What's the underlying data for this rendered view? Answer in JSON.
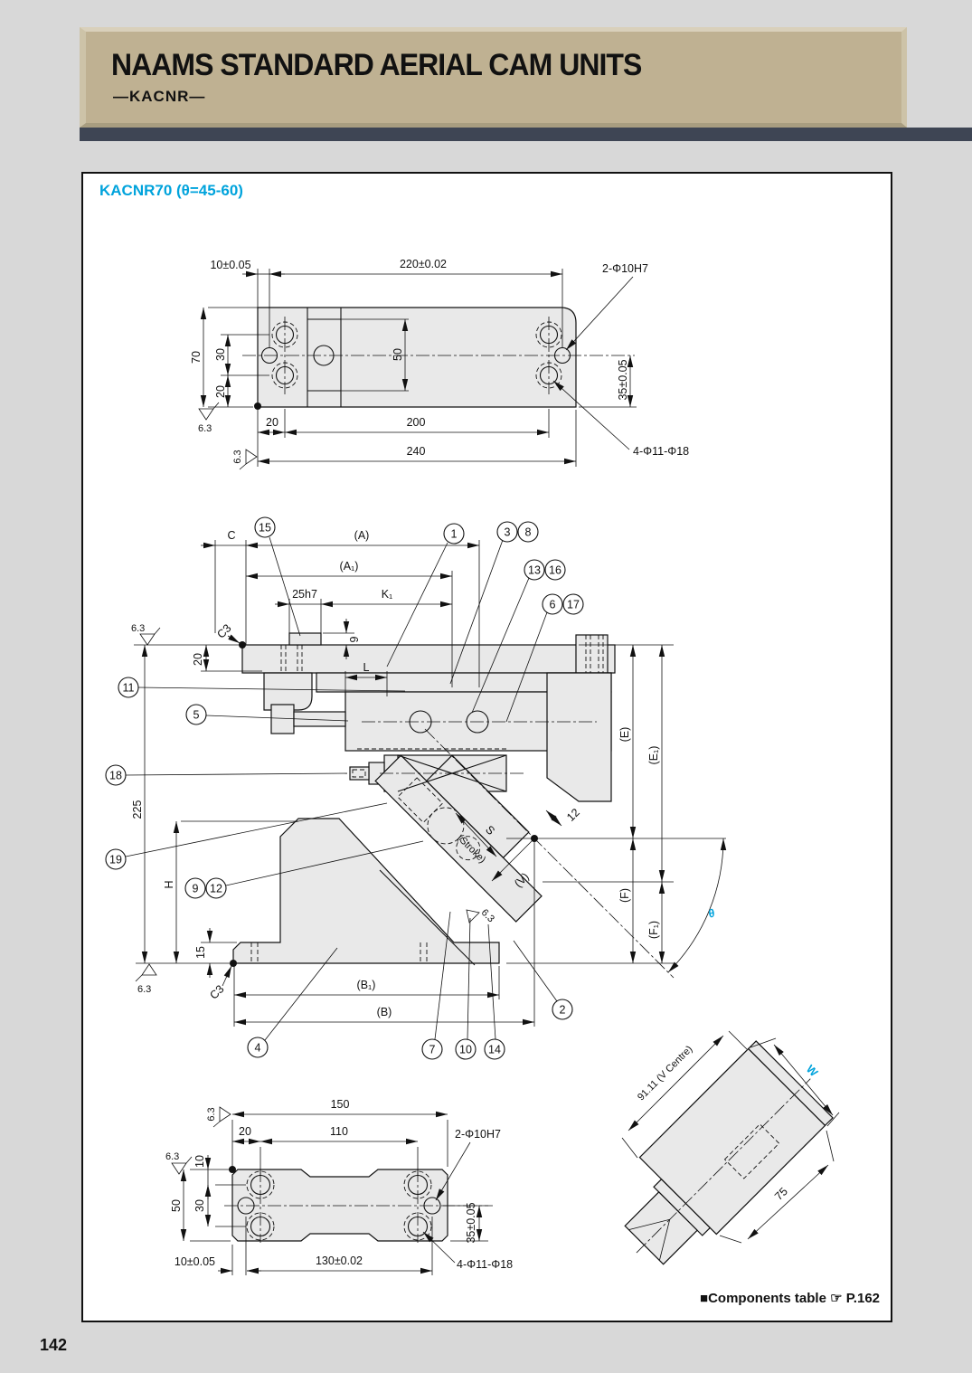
{
  "colors": {
    "page_bg": "#d8d8d8",
    "banner": "#bfb192",
    "bar": "#3e4554",
    "accent": "#00a3dc",
    "part_fill": "#e9e9e9",
    "line": "#111111"
  },
  "header": {
    "title": "NAAMS STANDARD AERIAL CAM UNITS",
    "subtitle": "—KACNR—"
  },
  "page_number": "142",
  "drawing_title": "KACNR70 (θ=45-60)",
  "footer": {
    "bullet": "■",
    "label": "Components table",
    "pointer": "☞",
    "page_ref": "P.162"
  },
  "top_view": {
    "dim_10": "10±0.05",
    "dim_220": "220±0.02",
    "dowel_label": "2-Φ10H7",
    "dim_70": "70",
    "dim_30": "30",
    "dim_50": "50",
    "dim_20_side": "20",
    "dim_20_bottom": "20",
    "dim_200": "200",
    "dim_240": "240",
    "dim_35": "35±0.05",
    "bolt_label": "4-Φ11-Φ18",
    "finish_1": "6.3",
    "finish_2": "6.3"
  },
  "side_view": {
    "dim_C": "C",
    "dim_A": "(A)",
    "dim_A1": "(A₁)",
    "dim_25h7": "25h7",
    "dim_K1": "K₁",
    "dim_9": "9",
    "dim_20": "20",
    "dim_L": "L",
    "dim_225": "225",
    "dim_H": "H",
    "dim_15": "15",
    "chamfer_top": "C3",
    "chamfer_bottom": "C3",
    "dim_B1": "(B₁)",
    "dim_B": "(B)",
    "dim_E": "(E)",
    "dim_E1": "(E₁)",
    "dim_F": "(F)",
    "dim_F1": "(F₁)",
    "dim_12": "12",
    "stroke_s": "S",
    "stroke_sub": "(Stroke)",
    "dim_V": "(V)",
    "theta": "θ",
    "finish_1": "6.3",
    "finish_2": "6.3",
    "finish_3": "6.3",
    "callouts": {
      "n1": "1",
      "n2": "2",
      "n3": "3",
      "n4": "4",
      "n5": "5",
      "n6": "6",
      "n7": "7",
      "n8": "8",
      "n9": "9",
      "n10": "10",
      "n11": "11",
      "n12": "12",
      "n13": "13",
      "n14": "14",
      "n15": "15",
      "n16": "16",
      "n17": "17",
      "n18": "18",
      "n19": "19"
    }
  },
  "bottom_view": {
    "dim_150": "150",
    "dim_20": "20",
    "dim_110": "110",
    "dowel_label": "2-Φ10H7",
    "dim_10v": "10",
    "dim_50": "50",
    "dim_30": "30",
    "dim_35": "35±0.05",
    "dim_10tol": "10±0.05",
    "dim_130": "130±0.02",
    "bolt_label": "4-Φ11-Φ18",
    "finish_1": "6.3",
    "finish_2": "6.3"
  },
  "iso_view": {
    "dim_v_centre": "91.11 (V Centre)",
    "dim_W": "W",
    "dim_75": "75"
  }
}
